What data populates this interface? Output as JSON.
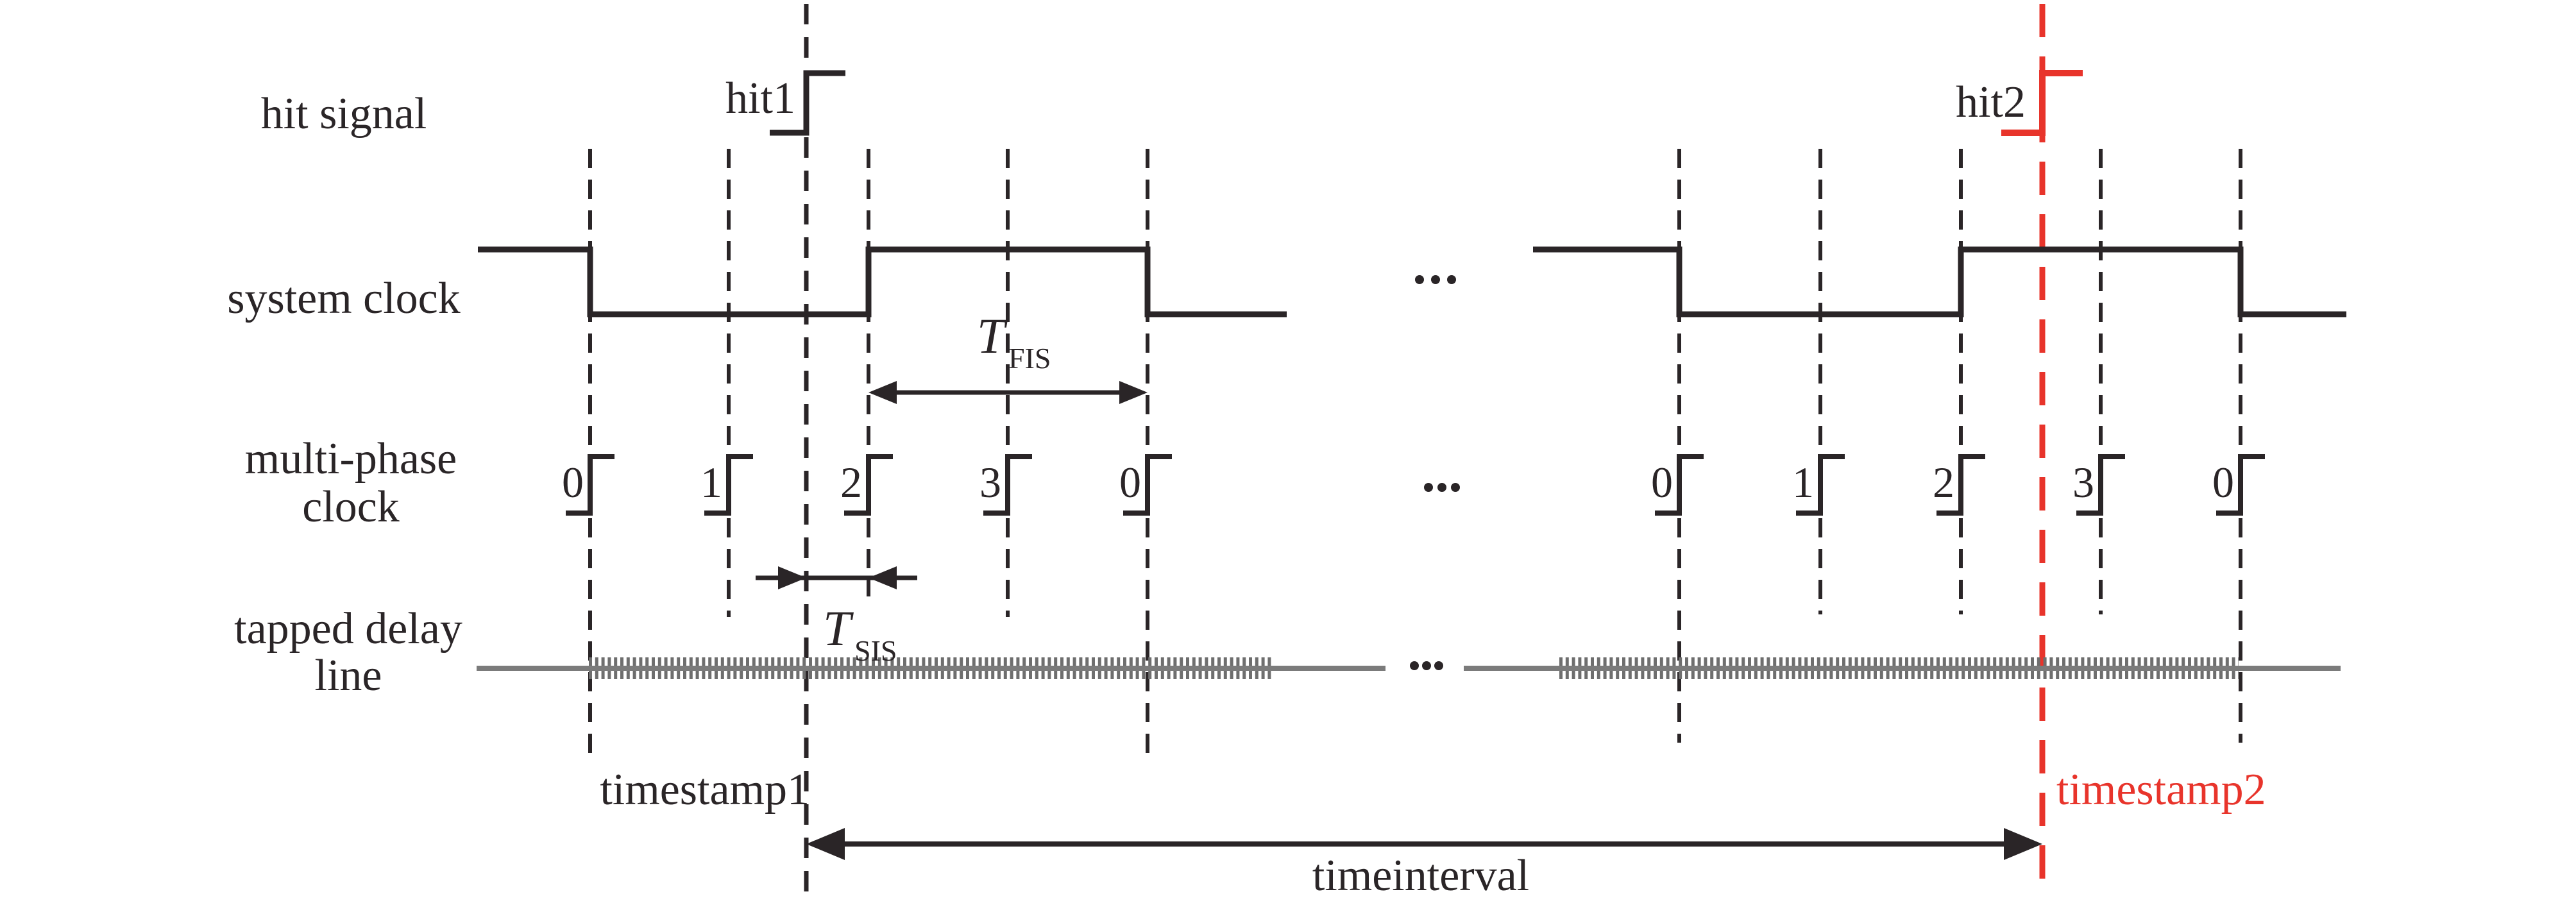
{
  "diagram": {
    "title_semantic": "TDC coarse-fine time interval measurement timing diagram",
    "rows": {
      "hit_signal": "hit signal",
      "system_clock": "system clock",
      "multi_phase_line1": "multi-phase",
      "multi_phase_line2": "clock",
      "tapped_delay_line1": "tapped delay",
      "tapped_delay_line2": "line"
    },
    "annotations": {
      "hit1": "hit1",
      "hit2": "hit2",
      "timestamp1": "timestamp1",
      "timestamp2": "timestamp2",
      "timeinterval": "timeinterval",
      "t_fis_base": "T",
      "t_fis_sub": "FIS",
      "t_sis_base": "T",
      "t_sis_sub": "SIS",
      "ellipsis": "..."
    },
    "multi_phase_labels": {
      "group1": [
        "0",
        "1",
        "2",
        "3",
        "0"
      ],
      "group2": [
        "0",
        "1",
        "2",
        "3",
        "0"
      ]
    },
    "colors": {
      "ink": "#2a2527",
      "delay_line_gray": "#7b7b7b",
      "delay_ticks_gray": "#6e6e6e",
      "accent_red": "#e8342b",
      "background": "#ffffff"
    }
  }
}
